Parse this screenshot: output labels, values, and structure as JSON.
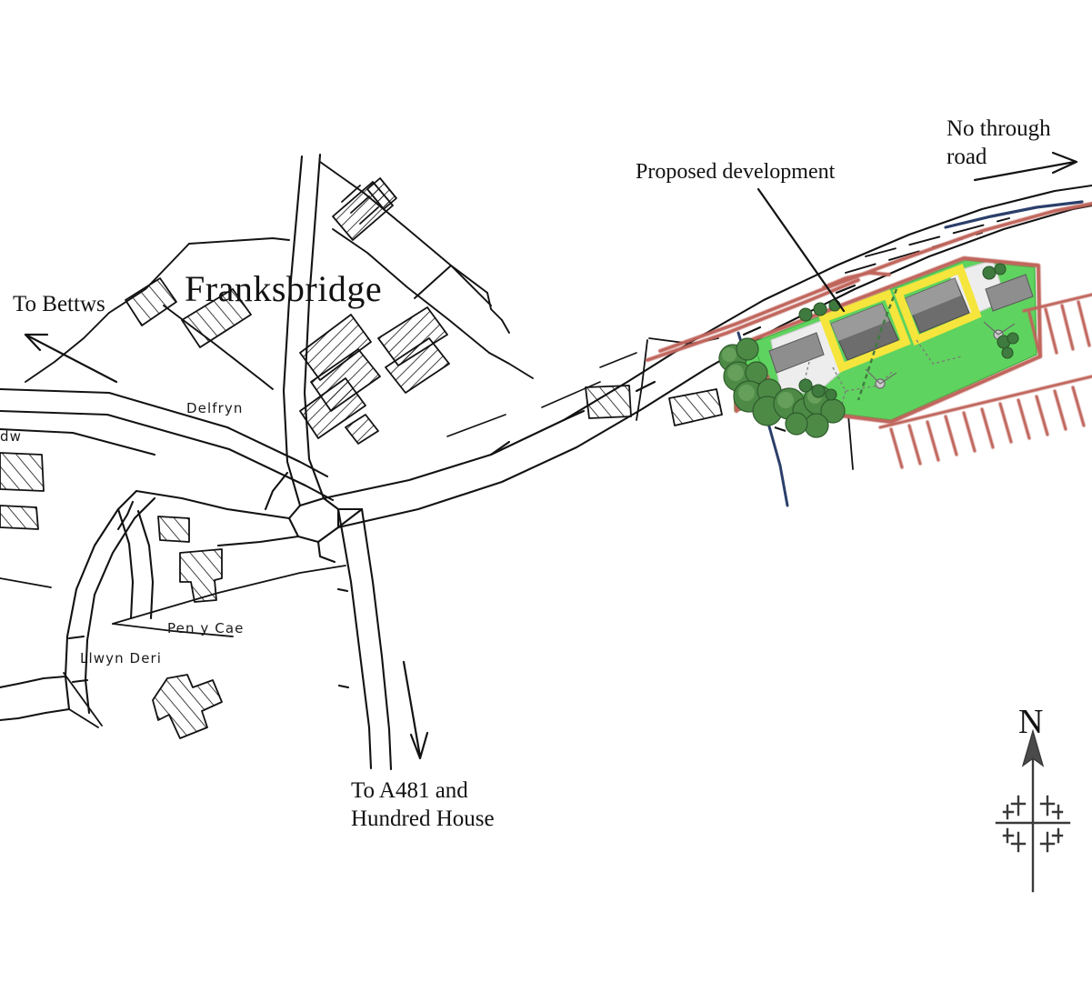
{
  "document": {
    "kind": "location-plan",
    "place_name": "Franksbridge",
    "background_color": "#ffffff",
    "ink_color": "#121212"
  },
  "labels": {
    "place_title": "Franksbridge",
    "to_bettws": "To Bettws",
    "to_a481": "To A481 and",
    "to_hundred_house": "Hundred House",
    "no_through_road_line1": "No through",
    "no_through_road_line2": "road",
    "proposed_development": "Proposed development",
    "delfryn": "Delfryn",
    "pen_y_cae": "Pen y Cae",
    "llwyn_deri": "Llwyn Deri",
    "dw": "dw",
    "north": "N"
  },
  "colors": {
    "plot_green": "#5fd35f",
    "plot_green_edge": "#3fae3f",
    "plot_yellow": "#f5e53c",
    "building_dark": "#6d6d6d",
    "building_mid": "#9a9a9a",
    "driveway_grey": "#e2e2e2",
    "boundary_red": "#c0655c",
    "hedge_red": "#c0655c",
    "tree_green": "#3f7b3f",
    "tree_green_light": "#6ba35e",
    "stream_blue": "#2b3f6b",
    "ink": "#121212"
  },
  "map_features": {
    "roads": [
      {
        "name": "main-road-east-west",
        "note": "runs from lower-left junction north-east past the proposed development"
      },
      {
        "name": "village-street-north",
        "note": "runs north from the junction through Franksbridge"
      },
      {
        "name": "road-south-to-a481",
        "note": "runs south from the junction toward A481 / Hundred House"
      },
      {
        "name": "road-west-to-bettws",
        "note": "runs west-south-west toward Bettws"
      },
      {
        "name": "lane-llwyn-deri",
        "note": "curved lane south-west of the junction"
      }
    ],
    "named_buildings": [
      "Delfryn",
      "Pen y Cae",
      "Llwyn Deri"
    ],
    "watercourse": "stream running south-west beside the development",
    "site": {
      "label": "Proposed development",
      "plots": 2,
      "plot_fill": "green",
      "plot_boundary": "yellow",
      "site_boundary": "red",
      "tree_belt": "south-west edge"
    }
  },
  "annotations": [
    {
      "name": "to-bettws-arrow",
      "direction": "west-south-west"
    },
    {
      "name": "to-a481-arrow",
      "direction": "south"
    },
    {
      "name": "no-through-road-arrow",
      "direction": "east-north-east"
    },
    {
      "name": "proposed-development-leader",
      "direction": "from label down-right to site"
    }
  ],
  "compass": {
    "letter": "N",
    "style": "arrow with decorative cross rose"
  }
}
